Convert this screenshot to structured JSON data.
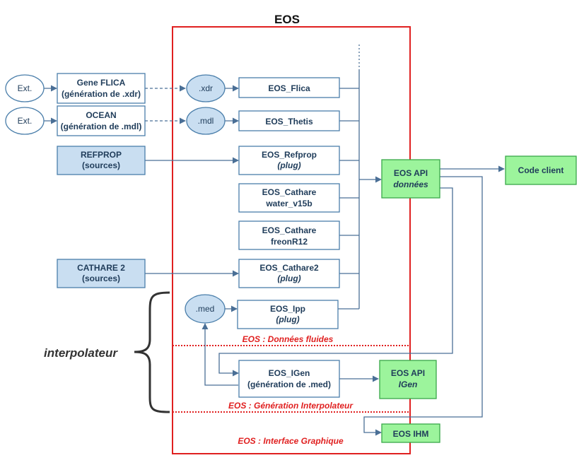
{
  "title": "EOS",
  "ext_nodes": [
    "Ext.",
    "Ext."
  ],
  "sources": {
    "gene_flica": [
      "Gene FLICA",
      "(génération de .xdr)"
    ],
    "ocean": [
      "OCEAN",
      "(génération de .mdl)"
    ],
    "refprop": [
      "REFPROP",
      "(sources)"
    ],
    "cathare2": [
      "CATHARE 2",
      "(sources)"
    ]
  },
  "files": {
    "xdr": ".xdr",
    "mdl": ".mdl",
    "med": ".med"
  },
  "modules": {
    "flica": [
      "EOS_Flica"
    ],
    "thetis": [
      "EOS_Thetis"
    ],
    "refprop": [
      "EOS_Refprop",
      "(plug)"
    ],
    "cathare_water": [
      "EOS_Cathare",
      "water_v15b"
    ],
    "cathare_freon": [
      "EOS_Cathare",
      "freonR12"
    ],
    "cathare2": [
      "EOS_Cathare2",
      "(plug)"
    ],
    "ipp": [
      "EOS_Ipp",
      "(plug)"
    ],
    "igen": [
      "EOS_IGen",
      "(génération de .med)"
    ]
  },
  "outputs": {
    "api_data": [
      "EOS API",
      "données"
    ],
    "client": [
      "Code client"
    ],
    "api_igen": [
      "EOS API",
      "IGen"
    ],
    "ihm": [
      "EOS IHM"
    ]
  },
  "sections": {
    "fluids": "EOS : Données fluides",
    "interp": "EOS : Génération Interpolateur",
    "gui": "EOS : Interface Graphique"
  },
  "brace_label": "interpolateur",
  "colors": {
    "frame": "#e02020",
    "line": "#4a6f96",
    "box_border": "#4a7eaa",
    "source_fill": "#c9def1",
    "file_fill": "#c9def1",
    "api_fill": "#9cf49c",
    "api_border": "#3aa84a",
    "text": "#1f3c5a",
    "section_text": "#e02020"
  }
}
